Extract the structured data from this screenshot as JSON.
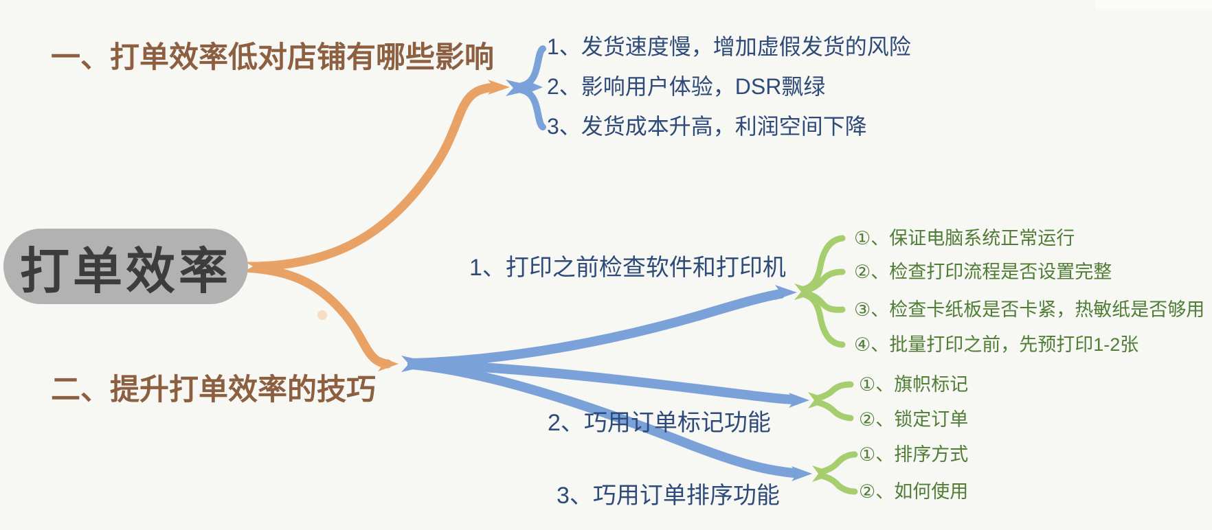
{
  "root": {
    "label": "打单效率"
  },
  "colors": {
    "background": "#f7f7f4",
    "root_bubble": "#b2b2b2",
    "root_text": "#3c3c3c",
    "trunk_orange": "#e9a266",
    "section_text_brown": "#8c5f41",
    "branch_line_blue": "#7ba1d9",
    "branch_text_blue": "#2d4a78",
    "leaf_line_green": "#a6ce6e",
    "leaf_text_green": "#507d36"
  },
  "branches": [
    {
      "label": "一、打单效率低对店铺有哪些影响",
      "children": [
        {
          "label": "1、发货速度慢，增加虚假发货的风险"
        },
        {
          "label": "2、影响用户体验，DSR飘绿"
        },
        {
          "label": "3、发货成本升高，利润空间下降"
        }
      ]
    },
    {
      "label": "二、提升打单效率的技巧",
      "children": [
        {
          "label": "1、打印之前检查软件和打印机",
          "children": [
            {
              "label": "①、保证电脑系统正常运行"
            },
            {
              "label": "②、检查打印流程是否设置完整"
            },
            {
              "label": "③、检查卡纸板是否卡紧，热敏纸是否够用"
            },
            {
              "label": "④、批量打印之前，先预打印1-2张"
            }
          ]
        },
        {
          "label": "2、巧用订单标记功能",
          "children": [
            {
              "label": "①、旗帜标记"
            },
            {
              "label": "②、锁定订单"
            }
          ]
        },
        {
          "label": "3、巧用订单排序功能",
          "children": [
            {
              "label": "①、排序方式"
            },
            {
              "label": "②、如何使用"
            }
          ]
        }
      ]
    }
  ]
}
